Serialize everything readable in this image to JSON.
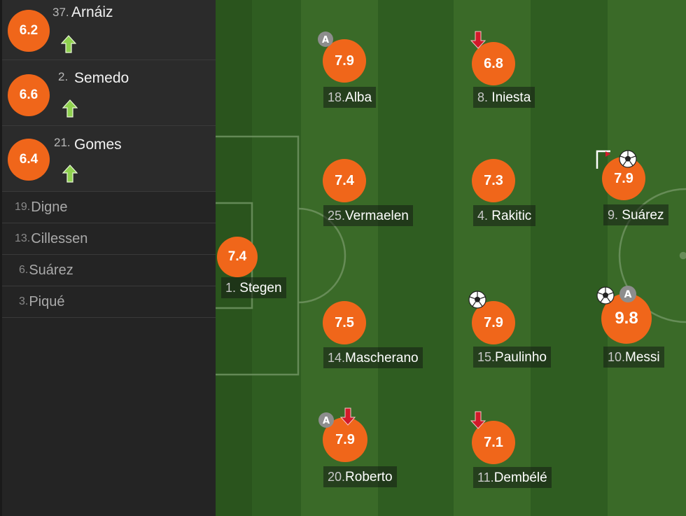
{
  "substitutes": [
    {
      "number": "37.",
      "name": "Arnáiz",
      "rating": "6.2",
      "icon": "sub-in-arrow-icon"
    },
    {
      "number": "2.",
      "name": "Semedo",
      "rating": "6.6",
      "icon": "sub-in-arrow-icon"
    },
    {
      "number": "21.",
      "name": "Gomes",
      "rating": "6.4",
      "icon": "sub-in-arrow-icon"
    }
  ],
  "bench": [
    {
      "number": "19.",
      "name": "Digne"
    },
    {
      "number": "13.",
      "name": "Cillessen"
    },
    {
      "number": "6.",
      "name": "Suárez"
    },
    {
      "number": "3.",
      "name": "Piqué"
    }
  ],
  "lineup": {
    "stegen": {
      "number": "1.",
      "name": "Stegen",
      "rating": "7.4"
    },
    "alba": {
      "number": "18.",
      "name": "Alba",
      "rating": "7.9",
      "icons": [
        "assist-icon"
      ]
    },
    "vermaelen": {
      "number": "25.",
      "name": "Vermaelen",
      "rating": "7.4"
    },
    "mascherano": {
      "number": "14.",
      "name": "Mascherano",
      "rating": "7.5"
    },
    "roberto": {
      "number": "20.",
      "name": "Roberto",
      "rating": "7.9",
      "icons": [
        "assist-icon",
        "sub-out-arrow-icon"
      ]
    },
    "iniesta": {
      "number": "8.",
      "name": "Iniesta",
      "rating": "6.8",
      "icons": [
        "sub-out-arrow-icon"
      ]
    },
    "rakitic": {
      "number": "4.",
      "name": "Rakitic",
      "rating": "7.3"
    },
    "paulinho": {
      "number": "15.",
      "name": "Paulinho",
      "rating": "7.9",
      "icons": [
        "goal-ball-icon"
      ]
    },
    "dembele": {
      "number": "11.",
      "name": "Dembélé",
      "rating": "7.1",
      "icons": [
        "sub-out-arrow-icon"
      ]
    },
    "suarez": {
      "number": "9.",
      "name": "Suárez",
      "rating": "7.9",
      "icons": [
        "corner-flag-icon",
        "goal-ball-icon"
      ]
    },
    "messi": {
      "number": "10.",
      "name": "Messi",
      "rating": "9.8",
      "icons": [
        "goal-ball-icon",
        "assist-icon"
      ]
    }
  },
  "colors": {
    "rating": "#f0661a",
    "pitch_dark": "#2d5a1f",
    "pitch_light": "#3b6b28",
    "sub_in": "#8fd14f",
    "sub_out": "#d21a2a"
  }
}
